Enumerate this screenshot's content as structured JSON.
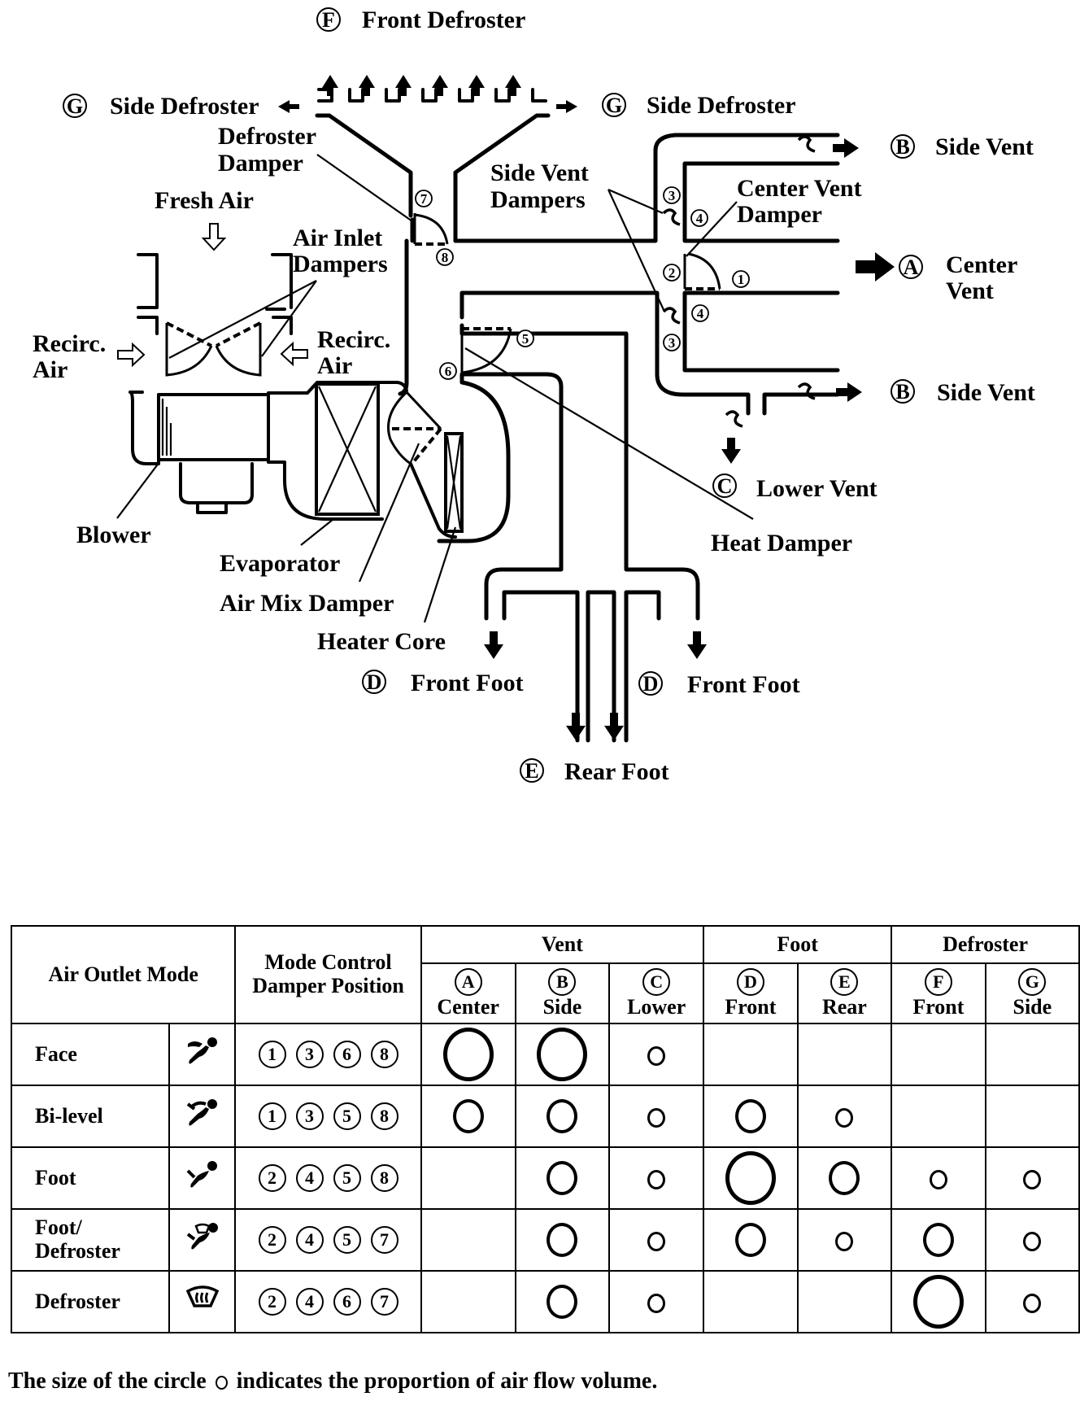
{
  "diagram": {
    "outlets": {
      "F": {
        "letter": "F",
        "label": "Front Defroster"
      },
      "G_left": {
        "letter": "G",
        "label": "Side Defroster"
      },
      "G_right": {
        "letter": "G",
        "label": "Side Defroster"
      },
      "B_top": {
        "letter": "B",
        "label": "Side Vent"
      },
      "A": {
        "letter": "A",
        "label_line1": "Center",
        "label_line2": "Vent"
      },
      "B_bottom": {
        "letter": "B",
        "label": "Side Vent"
      },
      "C": {
        "letter": "C",
        "label": "Lower Vent"
      },
      "D_left": {
        "letter": "D",
        "label": "Front Foot"
      },
      "D_right": {
        "letter": "D",
        "label": "Front Foot"
      },
      "E": {
        "letter": "E",
        "label": "Rear Foot"
      }
    },
    "components": {
      "defroster_damper": {
        "line1": "Defroster",
        "line2": "Damper"
      },
      "fresh_air": "Fresh Air",
      "air_inlet_dampers": {
        "line1": "Air Inlet",
        "line2": "Dampers"
      },
      "recirc_left": {
        "line1": "Recirc.",
        "line2": "Air"
      },
      "recirc_right": {
        "line1": "Recirc.",
        "line2": "Air"
      },
      "side_vent_dampers": {
        "line1": "Side Vent",
        "line2": "Dampers"
      },
      "center_vent_damper": {
        "line1": "Center Vent",
        "line2": "Damper"
      },
      "blower": "Blower",
      "evaporator": "Evaporator",
      "air_mix_damper": "Air Mix Damper",
      "heater_core": "Heater Core",
      "heat_damper": "Heat Damper"
    },
    "positions": {
      "p1": "1",
      "p2": "2",
      "p3a": "3",
      "p3b": "3",
      "p4a": "4",
      "p4b": "4",
      "p5": "5",
      "p6": "6",
      "p7": "7",
      "p8": "8"
    }
  },
  "table": {
    "header": {
      "air_outlet_mode": "Air Outlet Mode",
      "mode_control_line1": "Mode Control",
      "mode_control_line2": "Damper Position",
      "groups": [
        {
          "label": "Vent",
          "span": 3
        },
        {
          "label": "Foot",
          "span": 2
        },
        {
          "label": "Defroster",
          "span": 2
        }
      ],
      "columns": [
        {
          "letter": "A",
          "label": "Center"
        },
        {
          "letter": "B",
          "label": "Side"
        },
        {
          "letter": "C",
          "label": "Lower"
        },
        {
          "letter": "D",
          "label": "Front"
        },
        {
          "letter": "E",
          "label": "Rear"
        },
        {
          "letter": "F",
          "label": "Front"
        },
        {
          "letter": "G",
          "label": "Side"
        }
      ]
    },
    "rows": [
      {
        "mode": "Face",
        "mode_line2": "",
        "icon": "face-mode-icon",
        "positions": [
          "1",
          "3",
          "6",
          "8"
        ],
        "flow": [
          3,
          3,
          1,
          0,
          0,
          0,
          0
        ]
      },
      {
        "mode": "Bi-level",
        "mode_line2": "",
        "icon": "bilevel-mode-icon",
        "positions": [
          "1",
          "3",
          "5",
          "8"
        ],
        "flow": [
          2,
          2,
          1,
          2,
          1,
          0,
          0
        ]
      },
      {
        "mode": "Foot",
        "mode_line2": "",
        "icon": "foot-mode-icon",
        "positions": [
          "2",
          "4",
          "5",
          "8"
        ],
        "flow": [
          0,
          2,
          1,
          3,
          2,
          1,
          1
        ]
      },
      {
        "mode": "Foot/",
        "mode_line2": "Defroster",
        "icon": "foot-defroster-mode-icon",
        "positions": [
          "2",
          "4",
          "5",
          "7"
        ],
        "flow": [
          0,
          2,
          1,
          2,
          1,
          2,
          1
        ]
      },
      {
        "mode": "Defroster",
        "mode_line2": "",
        "icon": "defroster-mode-icon",
        "positions": [
          "2",
          "4",
          "6",
          "7"
        ],
        "flow": [
          0,
          2,
          1,
          0,
          0,
          3,
          1
        ]
      }
    ],
    "flow_scale_note": "0 = no flow, 1 = small, 2 = medium, 3 = large"
  },
  "footnote": {
    "before": "The size of the circle",
    "after": "indicates the proportion of air flow volume."
  }
}
